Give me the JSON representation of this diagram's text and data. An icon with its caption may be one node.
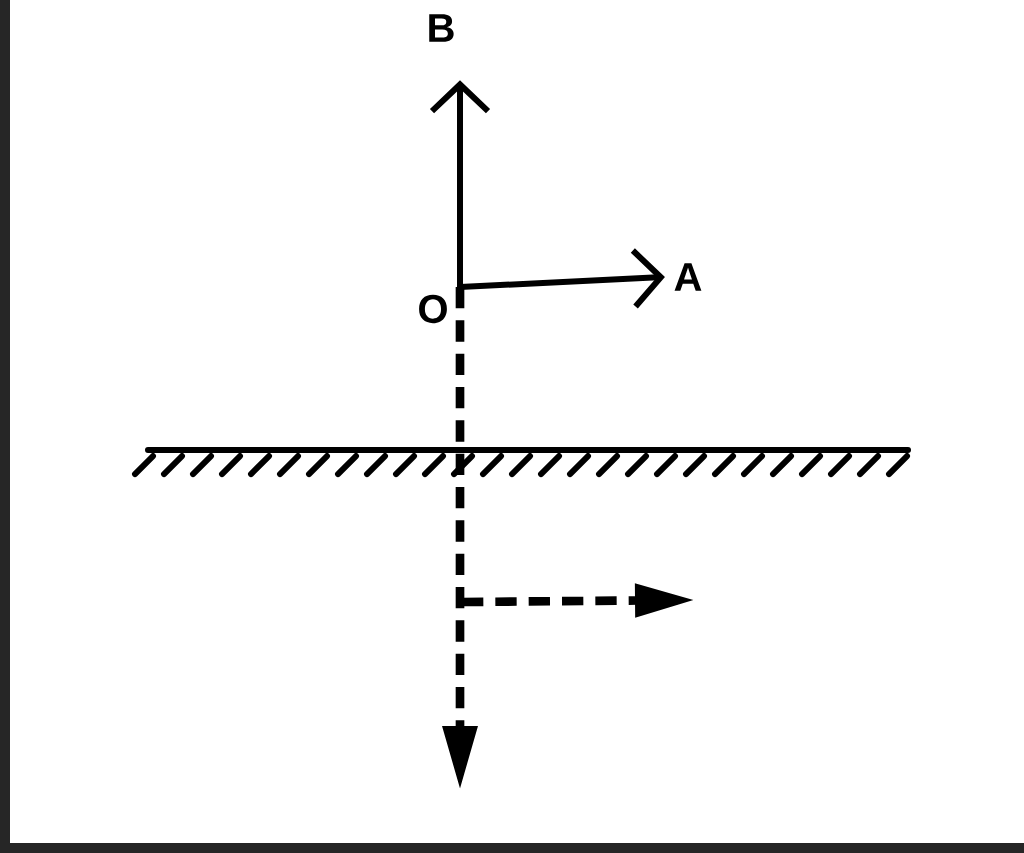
{
  "diagram": {
    "nodes": [
      {
        "text": [
          "O"
        ]
      },
      {
        "text": [
          "A"
        ]
      },
      {
        "text": [
          "B"
        ]
      }
    ],
    "edges": [
      {
        "from": 0,
        "to": 1,
        "arrow": "to"
      },
      {
        "from": 0,
        "to": 2,
        "arrow": "to"
      },
      {
        "from": 0,
        "to": null,
        "arrow": "to",
        "style": "dashed"
      }
    ]
  }
}
